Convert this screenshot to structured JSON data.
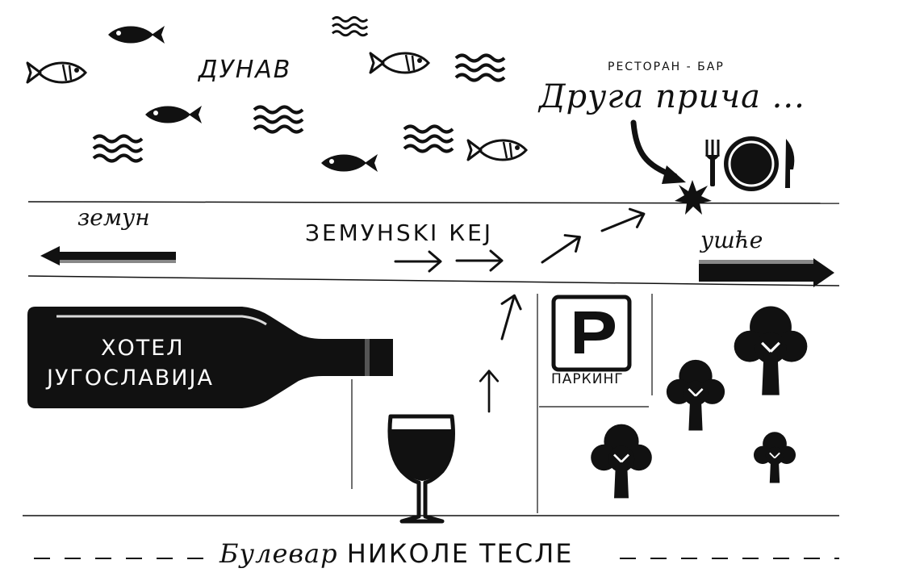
{
  "river": {
    "name": "ДУНАВ"
  },
  "restaurant": {
    "type": "РЕСТОРАН - БАР",
    "name": "Друга прича ...",
    "icon": "plate-fork-knife-icon"
  },
  "street": {
    "name": "ЗЕМУНSKI КЕЈ",
    "direction_left": "земун",
    "direction_right": "ушће"
  },
  "hotel": {
    "line1": "ХОТЕЛ",
    "line2": "ЈУГОСЛАВИЈА"
  },
  "parking": {
    "symbol": "P",
    "label": "ПАРКИНГ"
  },
  "boulevard": {
    "prefix": "Булевар",
    "name": "НИКОЛЕ ТЕСЛЕ"
  },
  "colors": {
    "ink": "#111111",
    "background": "#ffffff"
  }
}
